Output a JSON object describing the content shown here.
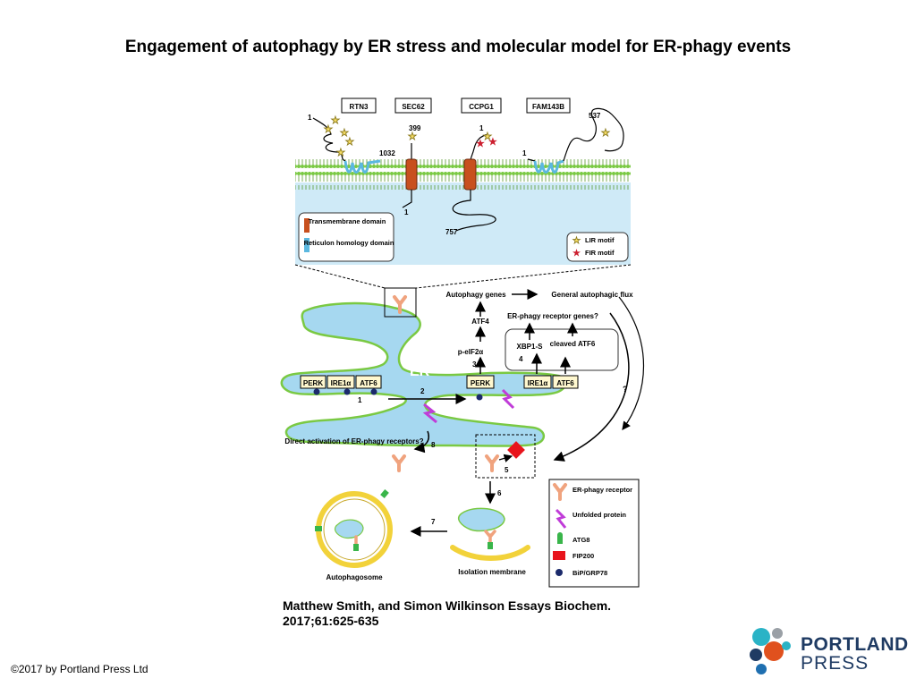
{
  "title": "Engagement of autophagy by ER stress and molecular model for ER-phagy events",
  "citation": {
    "line1": "Matthew Smith, and Simon Wilkinson Essays Biochem.",
    "line2": "2017;61:625-635"
  },
  "copyright": "©2017 by Portland Press Ltd",
  "logo": {
    "word1": "PORTLAND",
    "word2": "PRESS"
  },
  "colors": {
    "membrane_green": "#7ac943",
    "er_blue": "#a6d8f0",
    "transmembrane": "#c8501e",
    "reticulon": "#5bb8e0",
    "lir_star": "#f5dc64",
    "fir_star": "#cc1f2f",
    "receptor": "#f0a37e",
    "unfolded": "#c03cd8",
    "atg8": "#39b54a",
    "fip200": "#e8141c",
    "bip": "#1b2a6b",
    "isolation_membrane": "#f2d23a"
  },
  "figure": {
    "receptors": [
      "RTN3",
      "SEC62",
      "CCPG1",
      "FAM143B"
    ],
    "residues": {
      "rtn3_n": "1",
      "rtn3_c": "1032",
      "sec62_top": "399",
      "sec62_bottom": "1",
      "ccpg1_top": "1",
      "ccpg1_bottom": "757",
      "fam_n": "1",
      "fam_c": "537"
    },
    "key_top": {
      "transmembrane": "Transmembrane domain",
      "reticulon": "Reticulon homology domain"
    },
    "key_motifs": {
      "lir": "LIR motif",
      "fir": "FIR motif"
    },
    "er_label": "ER",
    "sensors": [
      "PERK",
      "IRE1α",
      "ATF6"
    ],
    "pathway": {
      "autophagy_genes": "Autophagy genes",
      "general_flux": "General autophagic flux",
      "er_phagy_genes": "ER-phagy receptor genes?",
      "atf4": "ATF4",
      "peif2a": "p-eIF2α",
      "xbp1s": "XBP1-S",
      "cleaved_atf6": "cleaved ATF6",
      "direct_activation": "Direct activation of ER-phagy receptors?",
      "isolation_membrane": "Isolation membrane",
      "autophagosome": "Autophagosome",
      "question": "?"
    },
    "steps": [
      "1",
      "2",
      "3",
      "4",
      "5",
      "6",
      "7",
      "8"
    ],
    "legend": {
      "receptor": "ER-phagy receptor",
      "unfolded": "Unfolded protein",
      "atg8": "ATG8",
      "fip200": "FIP200",
      "bip": "BiP/GRP78"
    }
  }
}
